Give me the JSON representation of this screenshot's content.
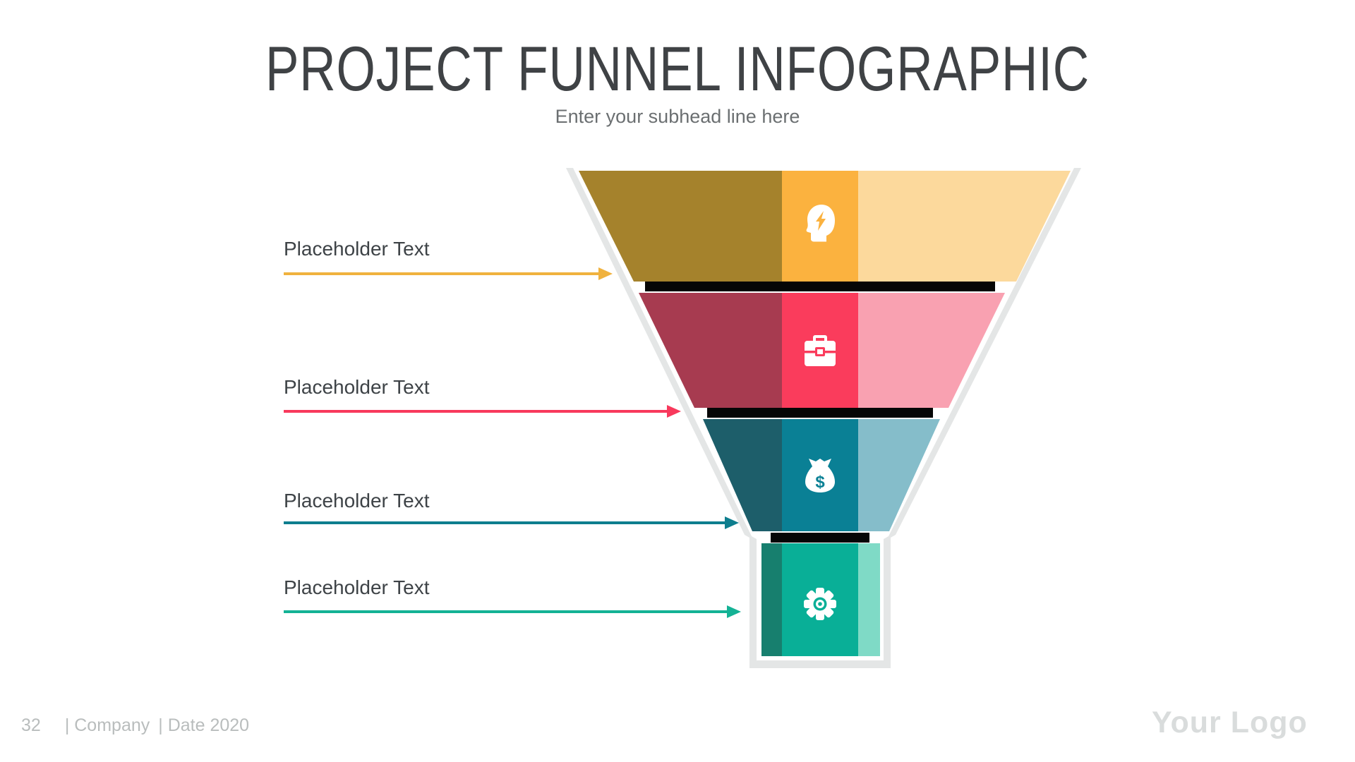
{
  "header": {
    "title": "PROJECT FUNNEL INFOGRAPHIC",
    "subtitle": "Enter your subhead line here"
  },
  "labels": [
    {
      "text": "Placeholder Text",
      "arrow_color": "#F0B23E"
    },
    {
      "text": "Placeholder Text",
      "arrow_color": "#F8395C"
    },
    {
      "text": "Placeholder Text",
      "arrow_color": "#0E7E8E"
    },
    {
      "text": "Placeholder Text",
      "arrow_color": "#14B295"
    }
  ],
  "funnel": {
    "outline_color": "#E4E6E6",
    "separator_color": "#060606",
    "icon_color": "#FFFFFF",
    "levels": [
      {
        "icon": "idea-head-icon",
        "dark": "#A5822C",
        "mid": "#FBB23F",
        "light": "#FCD99C"
      },
      {
        "icon": "briefcase-icon",
        "dark": "#A73B50",
        "mid": "#FA3C5C",
        "light": "#F9A1B1"
      },
      {
        "icon": "money-bag-icon",
        "dark": "#1D5E6A",
        "mid": "#0A8095",
        "light": "#85BDCA",
        "glyph": "$"
      },
      {
        "icon": "gear-icon",
        "dark": "#177F6E",
        "mid": "#09AF97",
        "light": "#7FDAC6"
      }
    ]
  },
  "footer": {
    "page_number": "32",
    "company": "| Company",
    "date": "| Date 2020",
    "logo": "Your Logo"
  }
}
